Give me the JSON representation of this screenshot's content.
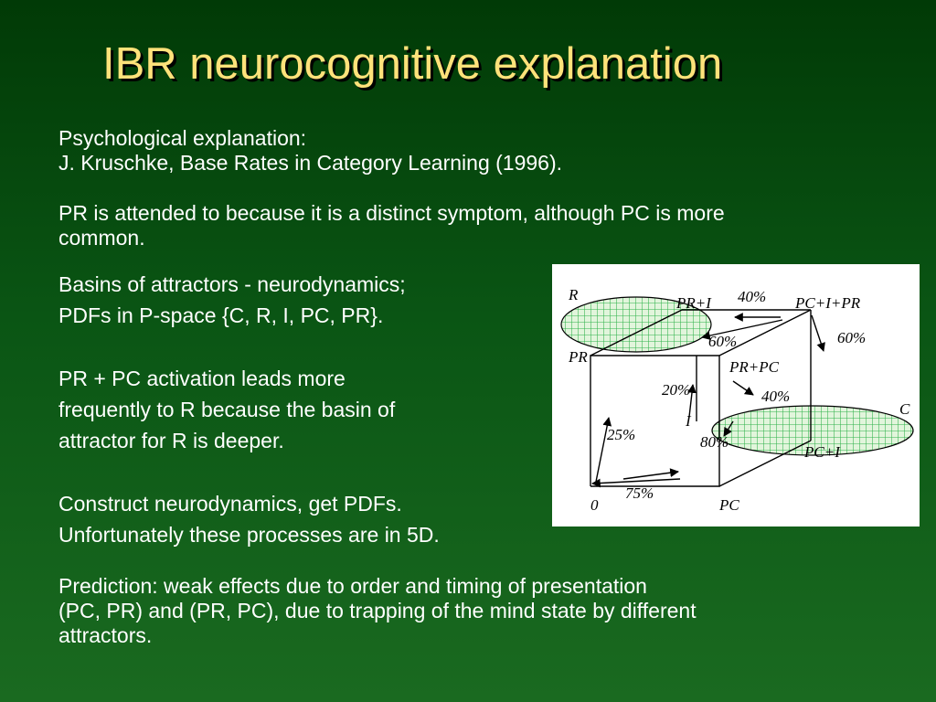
{
  "slide": {
    "title": "IBR neurocognitive explanation",
    "intro": {
      "line1": "Psychological explanation:",
      "line2": "J. Kruschke, Base Rates in Category Learning (1996)."
    },
    "attention": {
      "line1": "PR is attended to because it is a distinct symptom, although PC is more",
      "line2": "common."
    },
    "basins": {
      "line1": "Basins of attractors - neurodynamics;",
      "line2": "PDFs in P-space {C, R, I, PC, PR}."
    },
    "activation": {
      "line1": "PR + PC activation leads more",
      "line2": "frequently to R because the basin of",
      "line3": "attractor for R is deeper."
    },
    "construct": {
      "line1": "Construct neurodynamics, get PDFs.",
      "line2": "Unfortunately these processes are in 5D."
    },
    "prediction": {
      "line1": "Prediction: weak effects due to order and timing of presentation",
      "line2": "(PC, PR) and (PR, PC), due to trapping of the mind state by different",
      "line3": "attractors."
    }
  },
  "diagram": {
    "labels": {
      "r": "R",
      "pr_i": "PR+I",
      "pct_40_top": "40%",
      "pc_i_pr": "PC+I+PR",
      "pct_60_right": "60%",
      "pr": "PR",
      "pct_60_mid": "60%",
      "pr_pc": "PR+PC",
      "pct_20": "20%",
      "pct_40_mid": "40%",
      "c": "C",
      "i": "I",
      "pct_25": "25%",
      "pct_80": "80%",
      "pc_i": "PC+I",
      "pct_75": "75%",
      "origin": "0",
      "pc": "PC"
    }
  }
}
